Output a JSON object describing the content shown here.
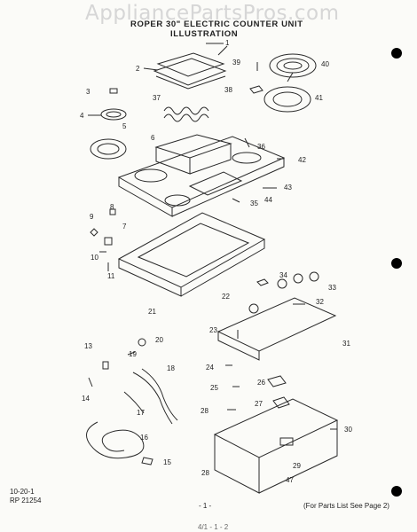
{
  "watermark": "AppliancePartsPros.com",
  "title": {
    "line1": "ROPER 30\" ELECTRIC COUNTER UNIT",
    "line2": "ILLUSTRATION"
  },
  "footer": {
    "code_line1": "10-20-1",
    "code_line2": "RP 21254",
    "page": "- 1 -",
    "note": "(For Parts List See Page 2)",
    "bottom_mark": "4/1 - 1 - 2"
  },
  "callouts": [
    "1",
    "2",
    "3",
    "4",
    "5",
    "6",
    "7",
    "8",
    "9",
    "10",
    "11",
    "15",
    "16",
    "17",
    "18",
    "19",
    "20",
    "21",
    "22",
    "23",
    "24",
    "25",
    "26",
    "27",
    "28",
    "28",
    "29",
    "30",
    "31",
    "32",
    "33",
    "34",
    "35",
    "36",
    "37",
    "38",
    "39",
    "40",
    "41",
    "42",
    "43",
    "44",
    "13",
    "14",
    "47"
  ]
}
